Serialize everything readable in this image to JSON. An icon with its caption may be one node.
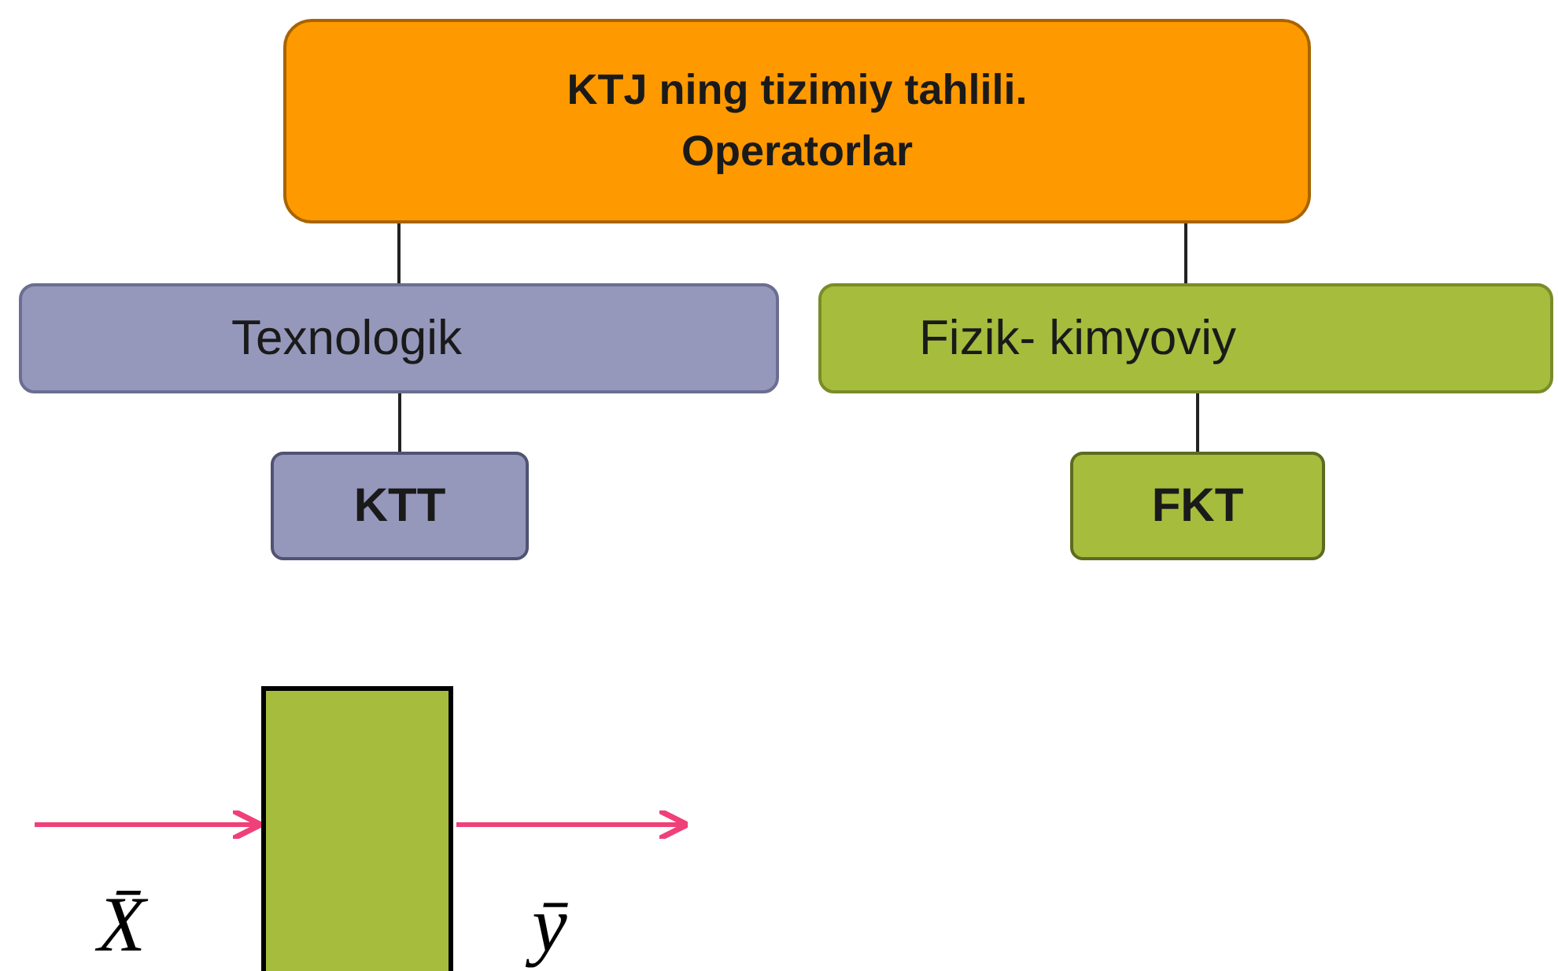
{
  "diagram": {
    "nodes": [
      {
        "text": [
          "KTJ ning tizimiy tahlili.  Operatorlar"
        ]
      },
      {
        "text": [
          "Texnologik"
        ]
      },
      {
        "text": [
          "Fizik- kimyoviy"
        ]
      },
      {
        "text": [
          "KTT"
        ]
      },
      {
        "text": [
          "FKT"
        ]
      },
      {
        "text": [],
        "shape": "box"
      }
    ],
    "edges": [
      {
        "from": 0,
        "to": 1,
        "arrow": "none"
      },
      {
        "from": 0,
        "to": 2,
        "arrow": "none"
      },
      {
        "from": 1,
        "to": 3,
        "arrow": "none"
      },
      {
        "from": 2,
        "to": 4,
        "arrow": "none"
      },
      {
        "from": null,
        "to": 5,
        "arrow": "to",
        "color": "#f0407a"
      },
      {
        "from": 5,
        "to": null,
        "arrow": "to",
        "color": "#f0407a"
      }
    ],
    "labels": [
      "X̄",
      "ȳ"
    ]
  }
}
